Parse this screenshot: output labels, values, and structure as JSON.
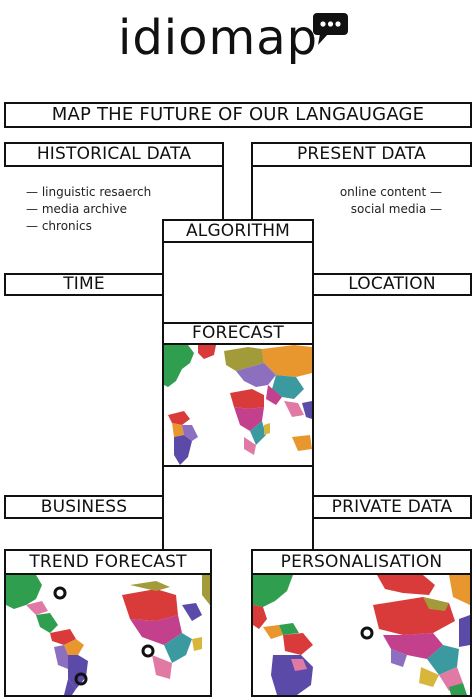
{
  "brand": {
    "name": "idiomap",
    "logo_icon": "speech-bubble-icon",
    "bubble_color": "#111111"
  },
  "header": {
    "title": "MAP THE FUTURE OF OUR LANGAUGAGE"
  },
  "sources": {
    "historical": {
      "label": "HISTORICAL DATA",
      "items": [
        "— linguistic resaerch",
        "— media archive",
        "— chronics"
      ]
    },
    "present": {
      "label": "PRESENT DATA",
      "items": [
        "online content —",
        "social media —"
      ]
    }
  },
  "process": {
    "algorithm_label": "ALGORITHM",
    "time_label": "TIME",
    "location_label": "LOCATION",
    "forecast_label": "FORECAST"
  },
  "outputs": {
    "business_label": "BUSINESS",
    "private_label": "PRIVATE DATA",
    "trend_label": "TREND FORECAST",
    "personal_label": "PERSONALISATION"
  },
  "map_colors": {
    "green": "#2f9e4f",
    "red": "#d93a3a",
    "purple": "#5b4aa8",
    "magenta": "#c2408c",
    "orange": "#e8962e",
    "olive": "#a39a3a",
    "teal": "#3b9aa0",
    "pink": "#e07aa5",
    "violet": "#8d6fbf",
    "yellow": "#d8b63c"
  }
}
